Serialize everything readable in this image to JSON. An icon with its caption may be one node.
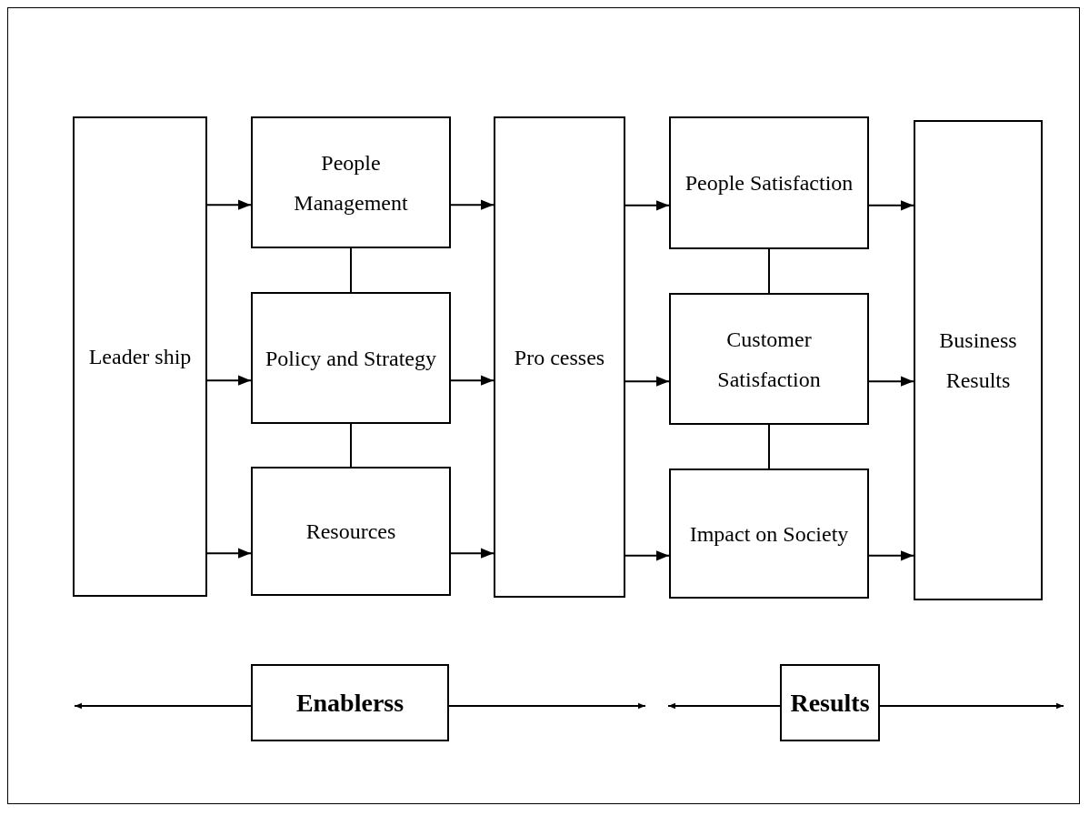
{
  "diagram": {
    "nodes": [
      {
        "text": [
          "Leader ship"
        ]
      },
      {
        "text": [
          "People Management"
        ]
      },
      {
        "text": [
          "Policy and Strategy"
        ]
      },
      {
        "text": [
          "Resources"
        ]
      },
      {
        "text": [
          "Pro cesses"
        ]
      },
      {
        "text": [
          "People Satisfaction"
        ]
      },
      {
        "text": [
          "Customer Satisfaction"
        ]
      },
      {
        "text": [
          "Impact on Society"
        ]
      },
      {
        "text": [
          "Business Results"
        ]
      },
      {
        "text": [
          "Enablerss"
        ]
      },
      {
        "text": [
          "Results"
        ]
      }
    ],
    "edges": [
      {
        "from": 0,
        "to": 1,
        "arrow": "to"
      },
      {
        "from": 0,
        "to": 2,
        "arrow": "to"
      },
      {
        "from": 0,
        "to": 3,
        "arrow": "to"
      },
      {
        "from": 1,
        "to": 2,
        "arrow": "none"
      },
      {
        "from": 2,
        "to": 3,
        "arrow": "none"
      },
      {
        "from": 1,
        "to": 4,
        "arrow": "to"
      },
      {
        "from": 2,
        "to": 4,
        "arrow": "to"
      },
      {
        "from": 3,
        "to": 4,
        "arrow": "to"
      },
      {
        "from": 4,
        "to": 5,
        "arrow": "to"
      },
      {
        "from": 4,
        "to": 6,
        "arrow": "to"
      },
      {
        "from": 4,
        "to": 7,
        "arrow": "to"
      },
      {
        "from": 5,
        "to": 6,
        "arrow": "none"
      },
      {
        "from": 6,
        "to": 7,
        "arrow": "none"
      },
      {
        "from": 5,
        "to": 8,
        "arrow": "to"
      },
      {
        "from": 6,
        "to": 8,
        "arrow": "to"
      },
      {
        "from": 7,
        "to": 8,
        "arrow": "to"
      },
      {
        "from": 9,
        "to": null,
        "arrow": "to"
      },
      {
        "from": 9,
        "to": null,
        "arrow": "to"
      },
      {
        "from": 10,
        "to": null,
        "arrow": "to"
      },
      {
        "from": 10,
        "to": null,
        "arrow": "to"
      }
    ]
  }
}
